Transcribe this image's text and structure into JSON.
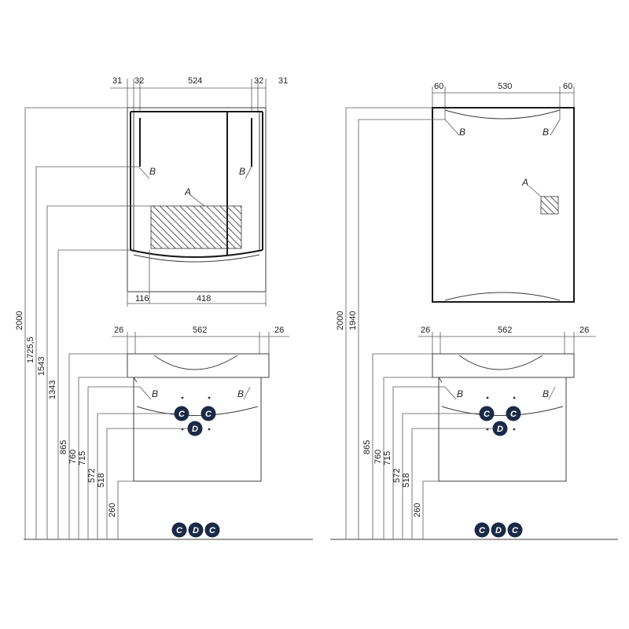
{
  "left_view": {
    "top_dims": [
      "31",
      "32",
      "524",
      "32",
      "31"
    ],
    "bottom_dims": [
      "116",
      "418"
    ],
    "heights": [
      "2000",
      "1725,5",
      "1543",
      "1343"
    ],
    "callouts": {
      "a": "A",
      "b_left": "B",
      "b_right": "B"
    }
  },
  "right_view": {
    "top_dims": [
      "60",
      "530",
      "60"
    ],
    "heights": [
      "2000",
      "1940"
    ],
    "callouts": {
      "a": "A",
      "b_left": "B",
      "b_right": "B"
    }
  },
  "vanity": {
    "top_dims": [
      "26",
      "562",
      "26"
    ],
    "heights": [
      "865",
      "760",
      "715",
      "572",
      "518",
      "260"
    ],
    "callouts": {
      "b_left": "B",
      "b_right": "B"
    },
    "badges": {
      "c": "C",
      "d": "D"
    }
  },
  "floor_legend": [
    "C",
    "D",
    "C"
  ],
  "colors": {
    "badge_fill": "#1a2a47",
    "line": "#3c3c3c"
  }
}
